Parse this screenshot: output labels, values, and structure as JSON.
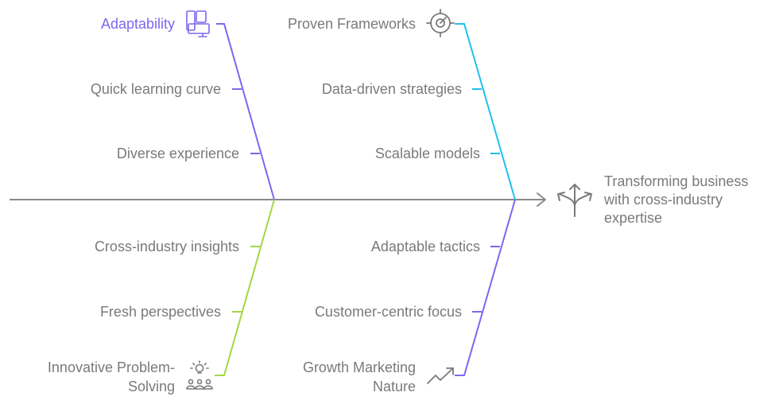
{
  "head": {
    "lines": [
      "Transforming business",
      "with cross-industry",
      "expertise"
    ],
    "icon": "diverging-arrows-icon"
  },
  "colors": {
    "spine": "#8a8a8a",
    "adaptability": "#7b68ee",
    "frameworks": "#1ec0ee",
    "problem_solving": "#a6d645",
    "growth": "#7b68ee",
    "adaptability_title": "#7b68ee",
    "text": "#7a7a7a"
  },
  "branches": {
    "adaptability": {
      "title": "Adaptability",
      "icon": "devices-icon",
      "items": [
        "Quick learning curve",
        "Diverse experience"
      ]
    },
    "frameworks": {
      "title": "Proven Frameworks",
      "icon": "target-icon",
      "items": [
        "Data-driven strategies",
        "Scalable models"
      ]
    },
    "problem_solving": {
      "title_lines": [
        "Innovative Problem-",
        "Solving"
      ],
      "icon": "team-idea-icon",
      "items": [
        "Cross-industry insights",
        "Fresh perspectives"
      ]
    },
    "growth": {
      "title_lines": [
        "Growth Marketing",
        "Nature"
      ],
      "icon": "trend-up-icon",
      "items": [
        "Adaptable tactics",
        "Customer-centric focus"
      ]
    }
  }
}
